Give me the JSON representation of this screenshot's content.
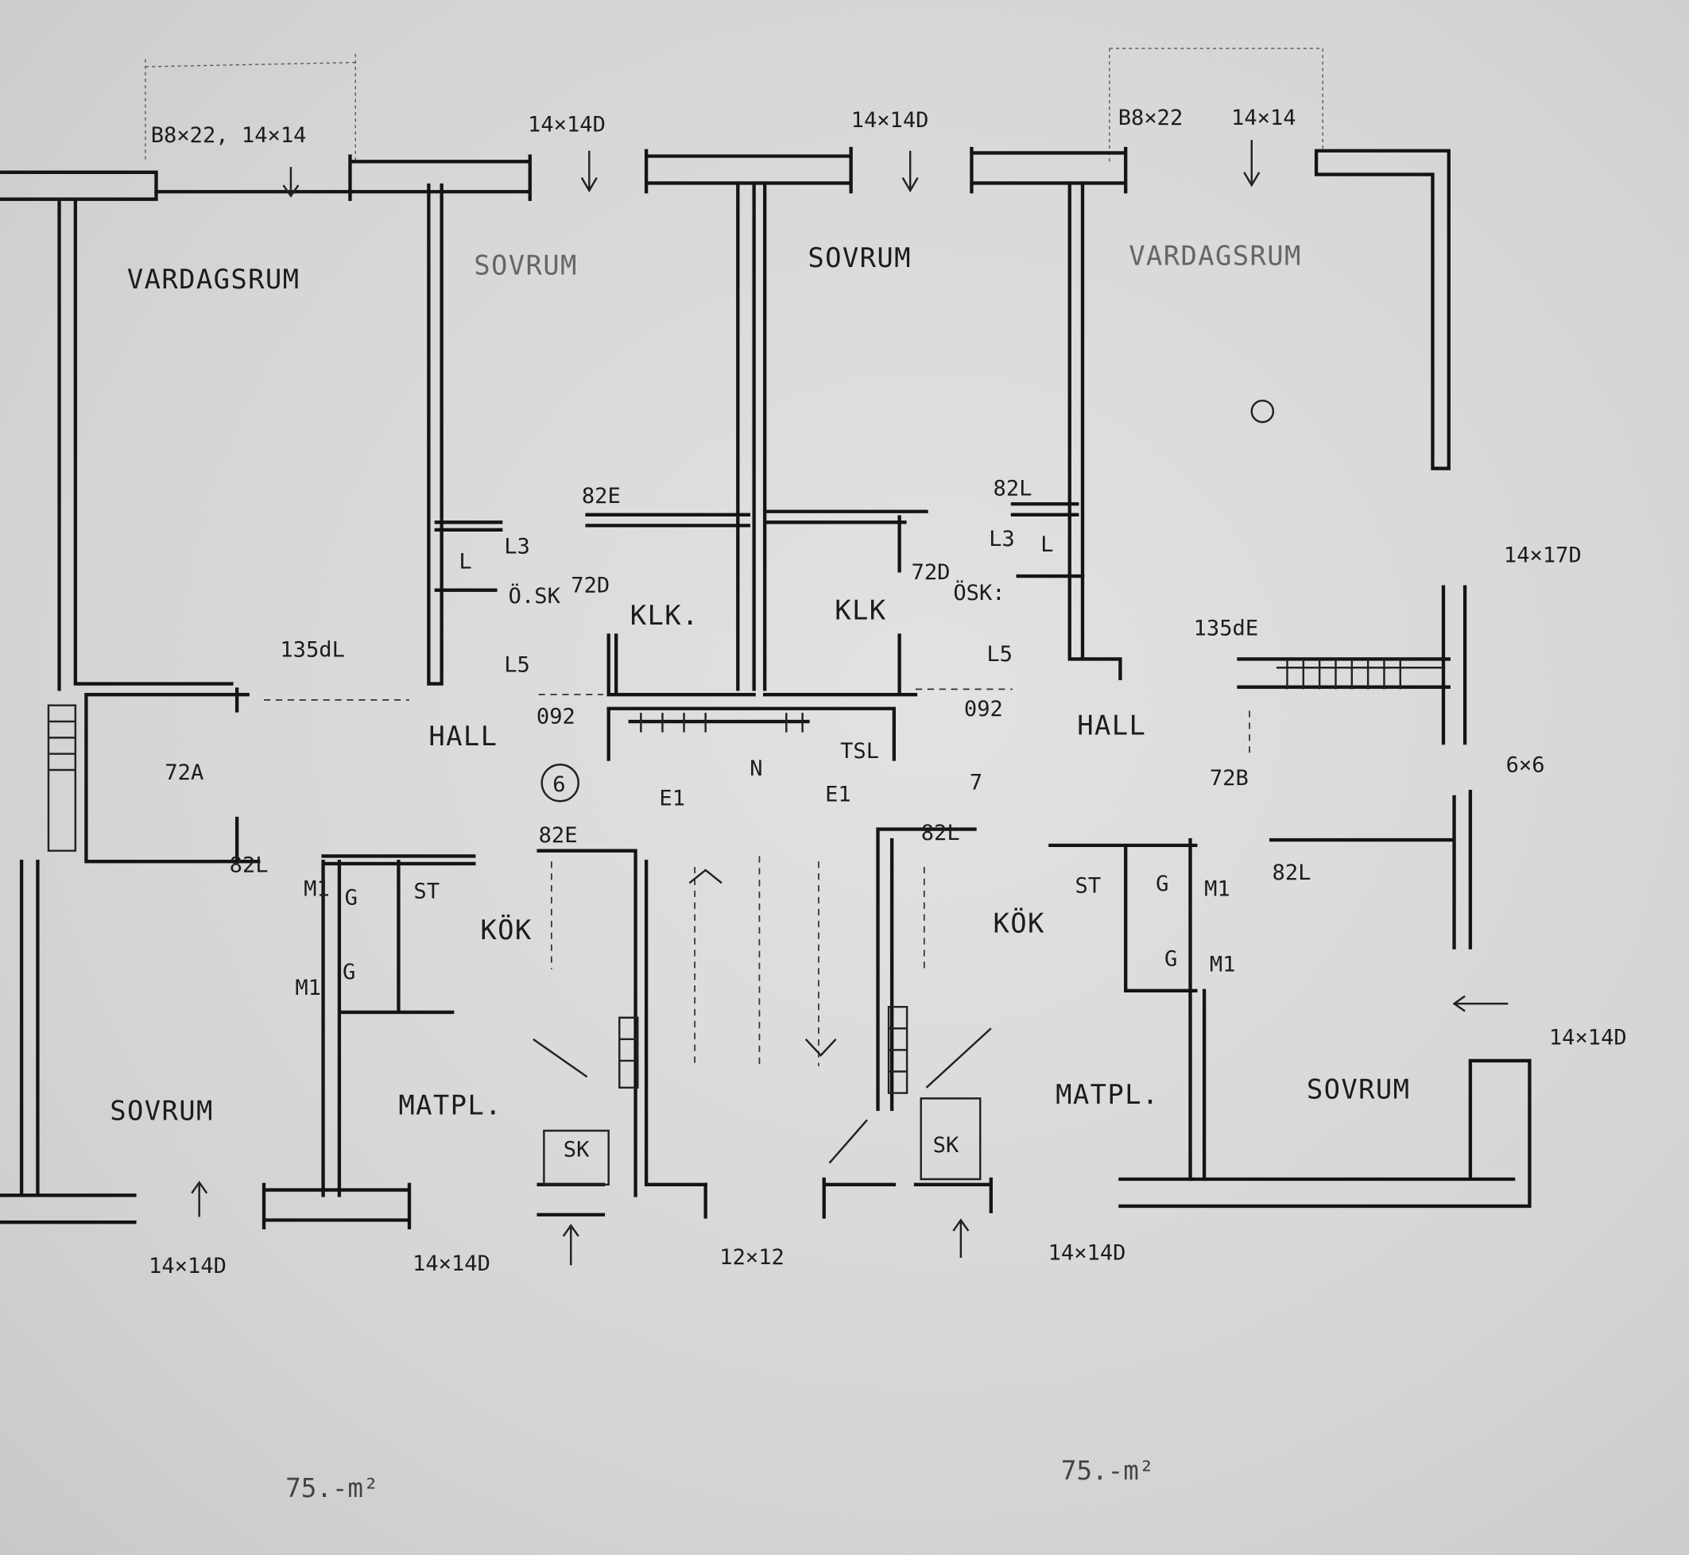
{
  "plan": {
    "top_dimensions": [
      "B8×22, 14×14",
      "14×14D",
      "14×14D",
      "B8×22",
      "14×14"
    ],
    "rooms": {
      "left_living": "VARDAGSRUM",
      "left_bedroom_top": "SOVRUM",
      "right_bedroom_top": "SOVRUM",
      "right_living": "VARDAGSRUM",
      "left_hall": "HALL",
      "right_hall": "HALL",
      "left_kitchen": "KÖK",
      "right_kitchen": "KÖK",
      "left_dining": "MATPL.",
      "right_dining": "MATPL.",
      "left_bedroom_bottom": "SOVRUM",
      "right_bedroom_bottom": "SOVRUM",
      "left_closet": "KLK.",
      "right_closet": "KLK"
    },
    "apartment_numbers": [
      "6",
      "7"
    ],
    "labels": {
      "d82e_top": "82E",
      "d82l_top": "82L",
      "l3_left": "L3",
      "l_left": "L",
      "l3_right": "L3",
      "l_right": "L",
      "d72d_left": "72D",
      "d72d_right": "72D",
      "osk_left": "Ö.SK",
      "osk_right": "ÖSK:",
      "l5_left": "L5",
      "l5_right": "L5",
      "d135dl": "135dL",
      "d135de": "135dE",
      "w14x17d": "14×17D",
      "v092_left": "092",
      "v092_right": "092",
      "e1_left": "E1",
      "e1_right": "E1",
      "n": "N",
      "tsl": "TSL",
      "d72a": "72A",
      "d72b": "72B",
      "w6x6": "6×6",
      "d82e_bottom": "82E",
      "d82l_bottom": "82L",
      "d82l_left": "82L",
      "d82l_right": "82L",
      "m1_a": "M1",
      "g_a": "G",
      "st_left": "ST",
      "g_b": "G",
      "m1_b": "M1",
      "st_right": "ST",
      "g_c": "G",
      "m1_c": "M1",
      "g_d": "G",
      "m1_d": "M1",
      "sk_left": "SK",
      "sk_right": "SK",
      "w14x14d_right": "14×14D"
    },
    "bottom_dimensions": [
      "14×14D",
      "14×14D",
      "12×12",
      "14×14D"
    ],
    "areas": [
      "75.-m²",
      "75.-m²"
    ]
  }
}
